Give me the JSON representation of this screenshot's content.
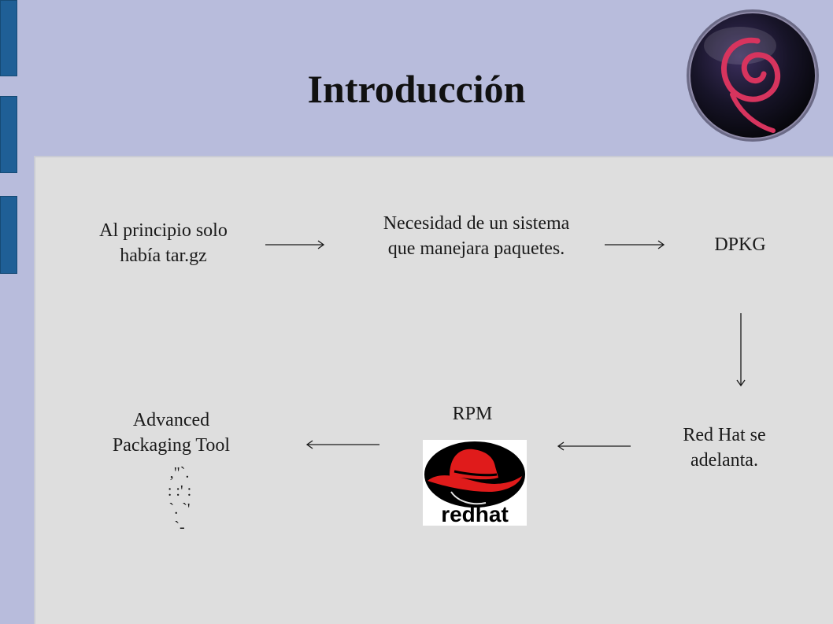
{
  "slide": {
    "title": "Introducción"
  },
  "flow": {
    "step1": "Al principio solo\nhabía tar.gz",
    "step2": "Necesidad de un sistema\nque manejara paquetes.",
    "step3": "DPKG",
    "step4": "Red Hat se\nadelanta.",
    "step5": "RPM",
    "step6": "Advanced\nPackaging Tool"
  },
  "ascii_art": ",\"`.\n: :' :\n`. `'\n`-",
  "logos": {
    "debian": "debian-swirl-logo",
    "redhat": "redhat-logo",
    "redhat_wordmark": "redhat"
  },
  "colors": {
    "background": "#b8bcdc",
    "content_panel": "#dedede",
    "side_tabs": "#1f5f96",
    "debian_red": "#d7345e",
    "redhat_red": "#e01b1b"
  }
}
